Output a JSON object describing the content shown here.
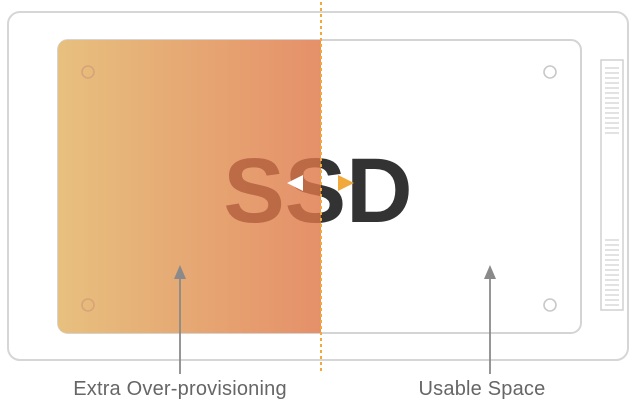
{
  "drive": {
    "label": "SSD"
  },
  "regions": {
    "over_provisioning": {
      "label": "Extra Over-provisioning"
    },
    "usable": {
      "label": "Usable Space"
    }
  },
  "colors": {
    "op_gradient_start": "#e7c07e",
    "op_gradient_end": "#e59069",
    "divider": "#f2a93b",
    "drive_outline": "#cfcfcf",
    "ssd_text_on_op": "#b5613f",
    "ssd_text_on_usable": "#333333",
    "arrow_left": "#ffffff",
    "arrow_right": "#f2a93b",
    "pointer": "#8a8a8a",
    "caption_text": "#666666"
  },
  "icons": {
    "resize_arrows": "left-right-arrows-icon",
    "pointer": "up-arrow-pointer-icon",
    "connector": "sata-connector-icon",
    "screw": "screw-hole-icon"
  }
}
